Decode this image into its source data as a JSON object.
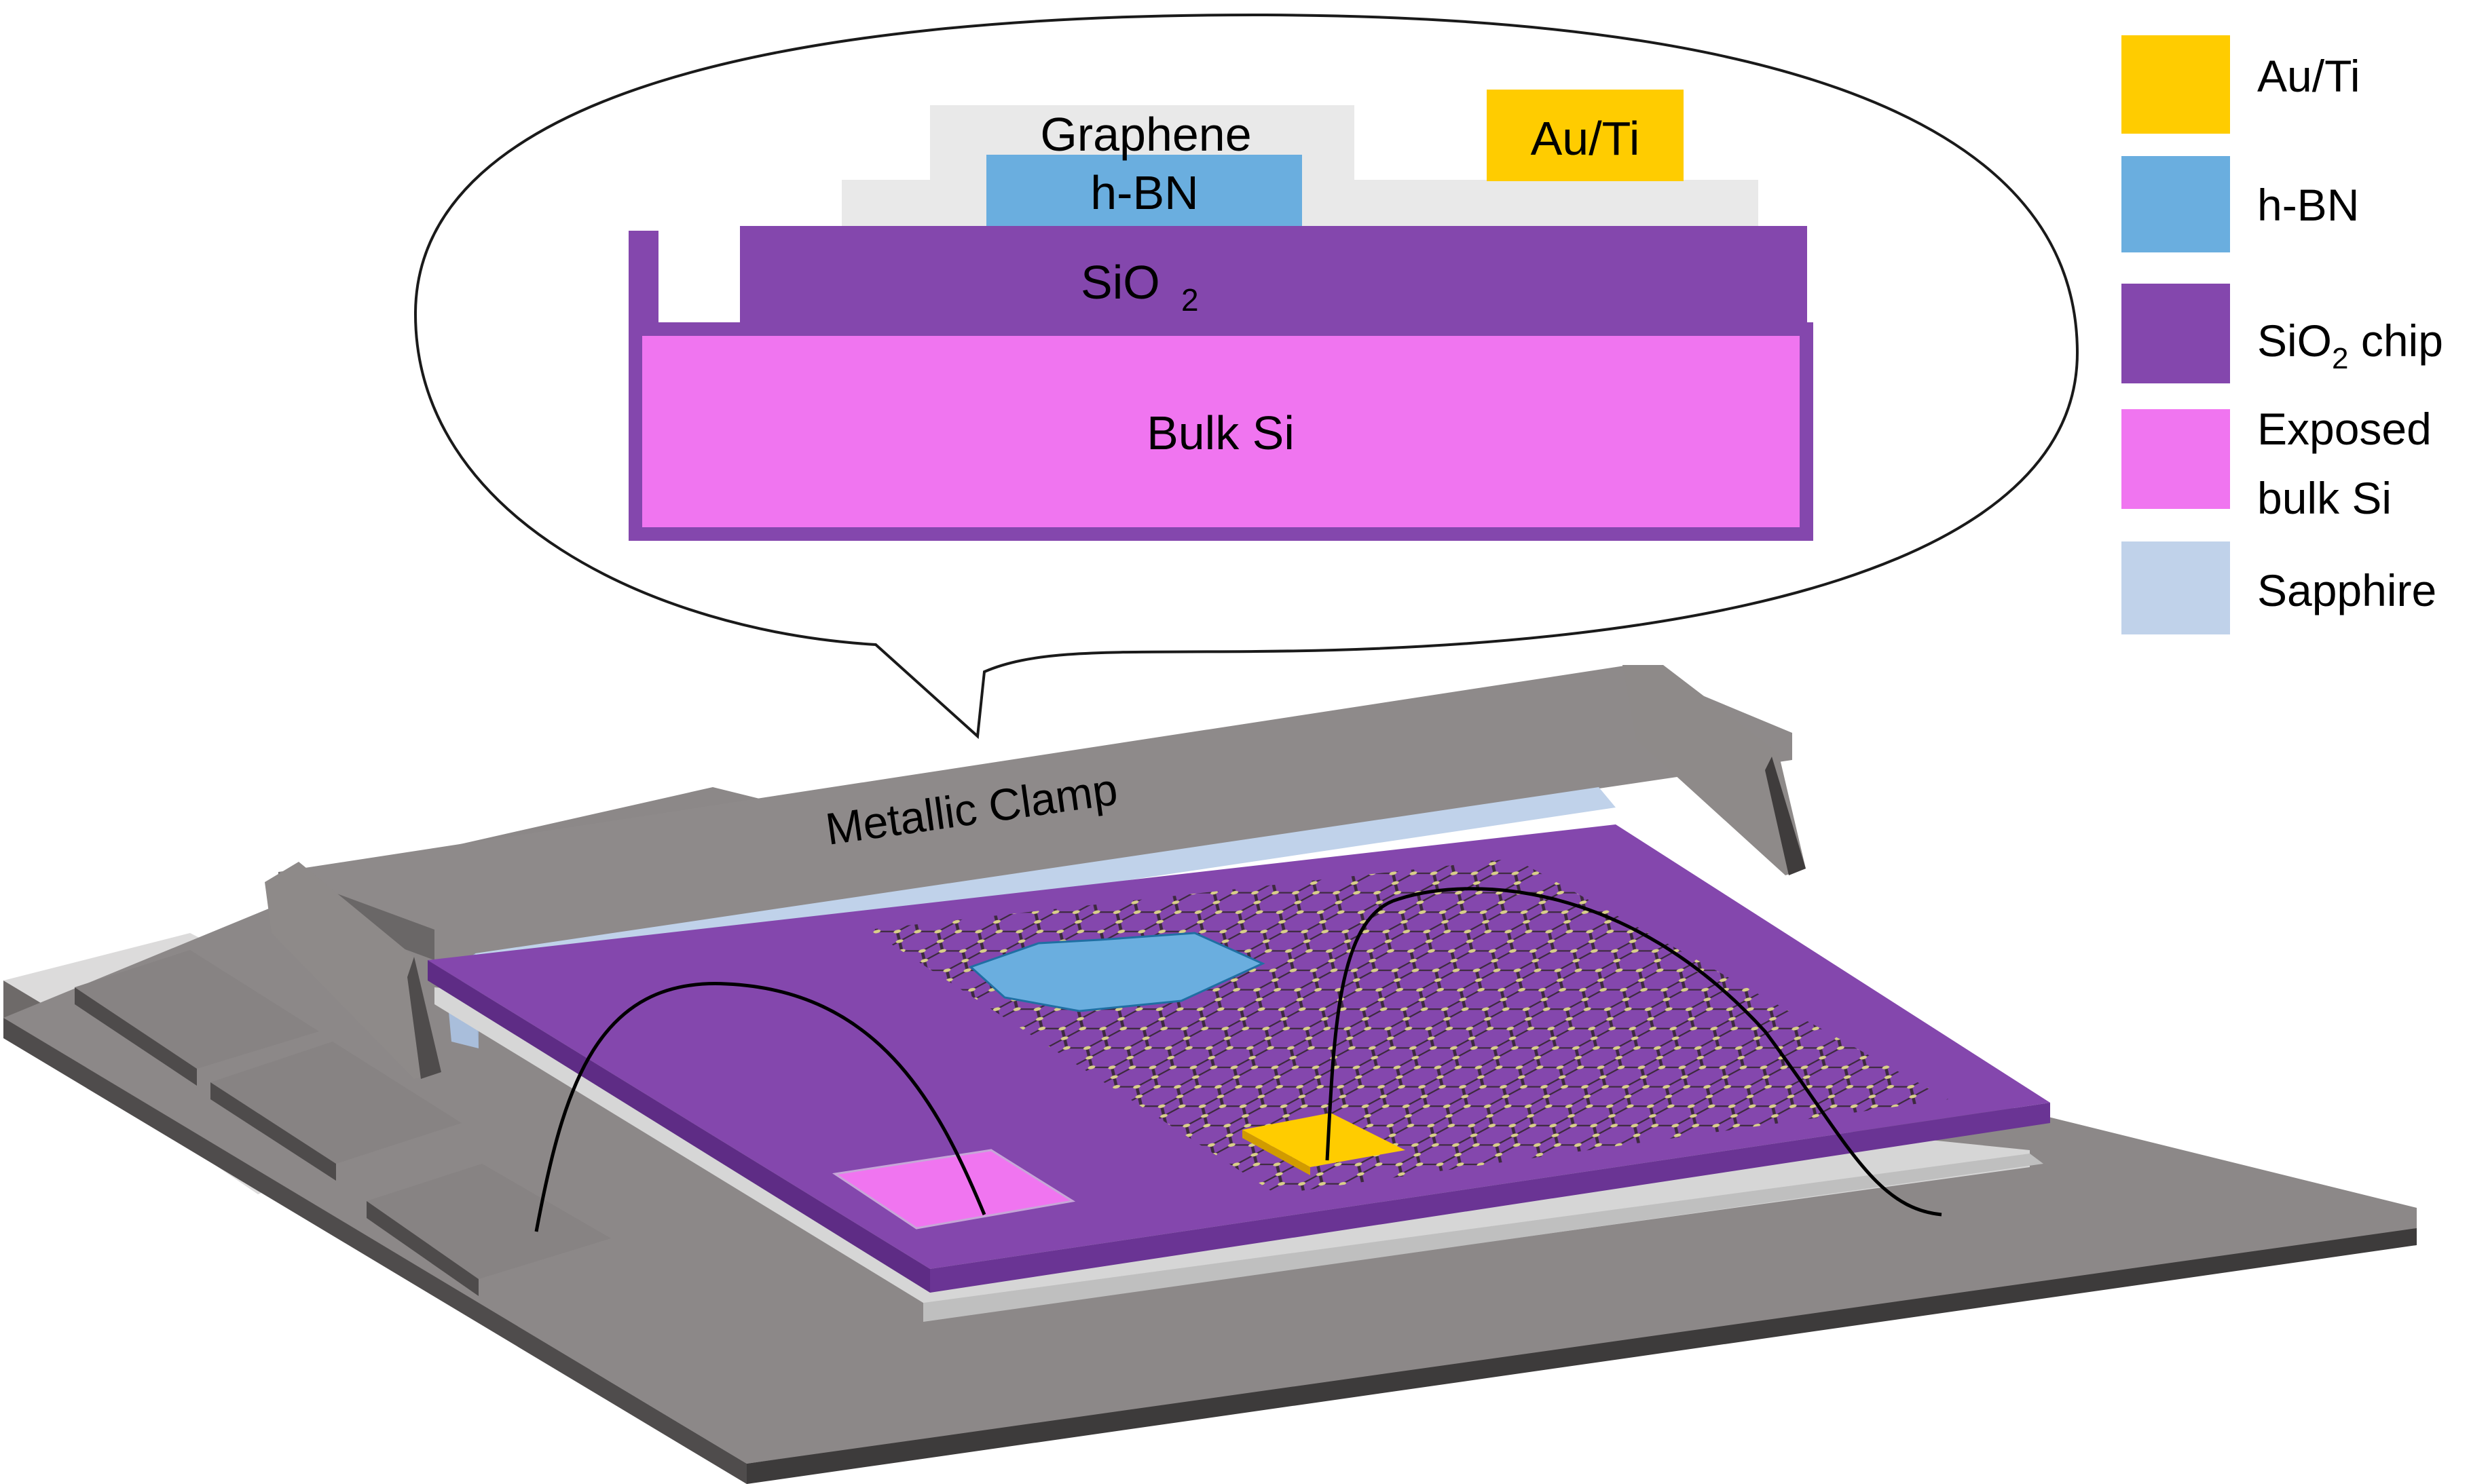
{
  "cross_section": {
    "graphene_label": "Graphene",
    "hbn_label": "h-BN",
    "auti_label": "Au/Ti",
    "sio2_label": "SiO",
    "sio2_subscript": "2",
    "bulk_si_label": "Bulk Si"
  },
  "device": {
    "clamp_label": "Metallic Clamp"
  },
  "legend": {
    "items": [
      {
        "label": "Au/Ti",
        "color": "#ffcc00"
      },
      {
        "label": "h-BN",
        "color": "#6aaedf"
      },
      {
        "label": "SiO",
        "label_sub": "2",
        "label_suffix": " chip",
        "color": "#8447ad"
      },
      {
        "label": "Exposed",
        "label_line2": "bulk Si",
        "color": "#f075f0"
      },
      {
        "label": "Sapphire",
        "color": "#c0d2ea"
      }
    ]
  },
  "colors": {
    "au_ti": "#ffcc00",
    "h_bn": "#6aaedf",
    "sio2": "#8447ad",
    "bulk_si": "#f075f0",
    "sapphire": "#c0d2ea",
    "clamp": "#8e8a89",
    "substrate": "#e0dfdf"
  }
}
